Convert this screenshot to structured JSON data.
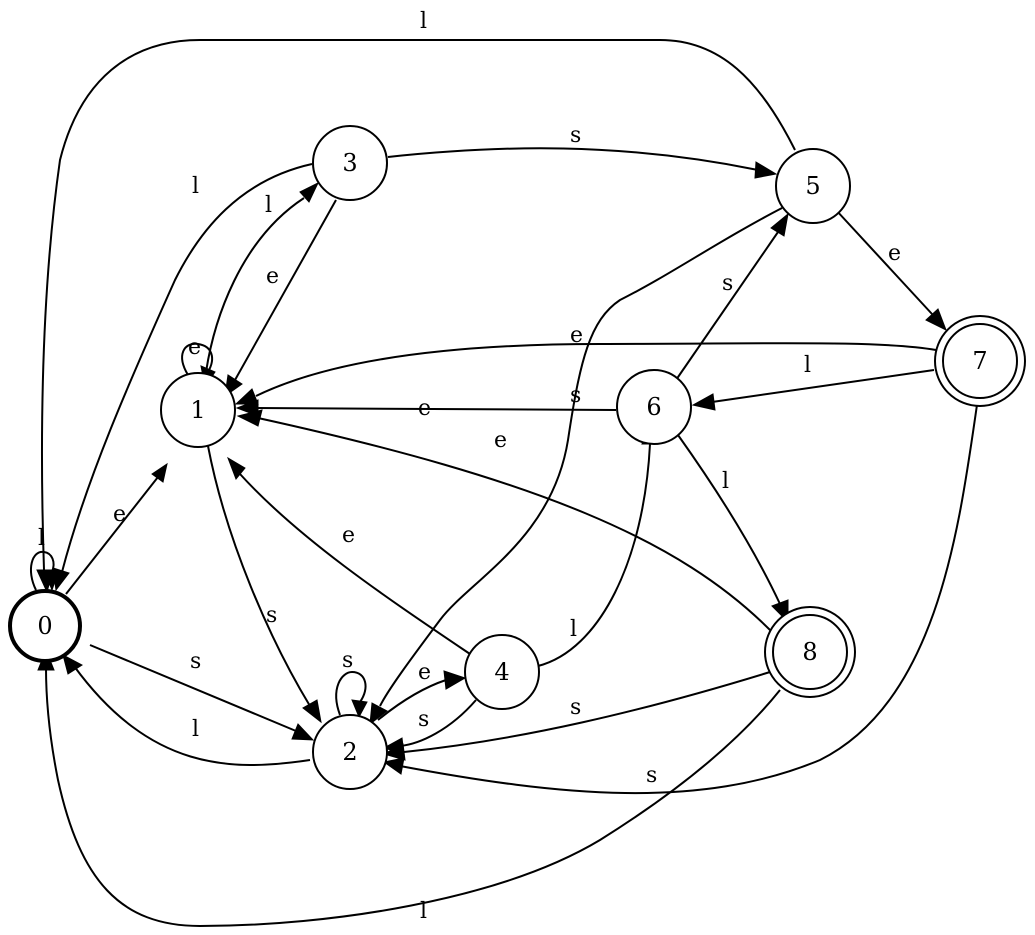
{
  "nodes": [
    {
      "id": "0",
      "label": "0",
      "start": true
    },
    {
      "id": "1",
      "label": "1"
    },
    {
      "id": "2",
      "label": "2"
    },
    {
      "id": "3",
      "label": "3"
    },
    {
      "id": "4",
      "label": "4"
    },
    {
      "id": "5",
      "label": "5"
    },
    {
      "id": "6",
      "label": "6"
    },
    {
      "id": "7",
      "label": "7",
      "accepting": true
    },
    {
      "id": "8",
      "label": "8",
      "accepting": true
    }
  ],
  "edges": [
    {
      "id": "e0_0",
      "from": "0",
      "to": "0",
      "label": "l"
    },
    {
      "id": "e0_1",
      "from": "0",
      "to": "1",
      "label": "e"
    },
    {
      "id": "e0_2",
      "from": "0",
      "to": "2",
      "label": "s"
    },
    {
      "id": "e1_1",
      "from": "1",
      "to": "1",
      "label": "e"
    },
    {
      "id": "e1_3",
      "from": "1",
      "to": "3",
      "label": "l"
    },
    {
      "id": "e1_2",
      "from": "1",
      "to": "2",
      "label": "s"
    },
    {
      "id": "e2_2",
      "from": "2",
      "to": "2",
      "label": "s"
    },
    {
      "id": "e2_4",
      "from": "2",
      "to": "4",
      "label": "e"
    },
    {
      "id": "e2_0",
      "from": "2",
      "to": "0",
      "label": "l"
    },
    {
      "id": "e3_5",
      "from": "3",
      "to": "5",
      "label": "s"
    },
    {
      "id": "e3_1",
      "from": "3",
      "to": "1",
      "label": "e"
    },
    {
      "id": "e3_0",
      "from": "3",
      "to": "0",
      "label": "l"
    },
    {
      "id": "e4_1",
      "from": "4",
      "to": "1",
      "label": "e"
    },
    {
      "id": "e4_6",
      "from": "4",
      "to": "6",
      "label": "l"
    },
    {
      "id": "e4_2",
      "from": "4",
      "to": "2",
      "label": "s"
    },
    {
      "id": "e5_0",
      "from": "5",
      "to": "0",
      "label": "l"
    },
    {
      "id": "e5_7",
      "from": "5",
      "to": "7",
      "label": "e"
    },
    {
      "id": "e5_2",
      "from": "5",
      "to": "2",
      "label": "s"
    },
    {
      "id": "e6_5",
      "from": "6",
      "to": "5",
      "label": "s"
    },
    {
      "id": "e6_1",
      "from": "6",
      "to": "1",
      "label": "e"
    },
    {
      "id": "e6_8",
      "from": "6",
      "to": "8",
      "label": "l"
    },
    {
      "id": "e7_1",
      "from": "7",
      "to": "1",
      "label": "e"
    },
    {
      "id": "e7_6",
      "from": "7",
      "to": "6",
      "label": "l"
    },
    {
      "id": "e7_2",
      "from": "7",
      "to": "2",
      "label": "s"
    },
    {
      "id": "e8_1",
      "from": "8",
      "to": "1",
      "label": "e"
    },
    {
      "id": "e8_2",
      "from": "8",
      "to": "2",
      "label": "s"
    },
    {
      "id": "e8_0",
      "from": "8",
      "to": "0",
      "label": "l"
    }
  ]
}
